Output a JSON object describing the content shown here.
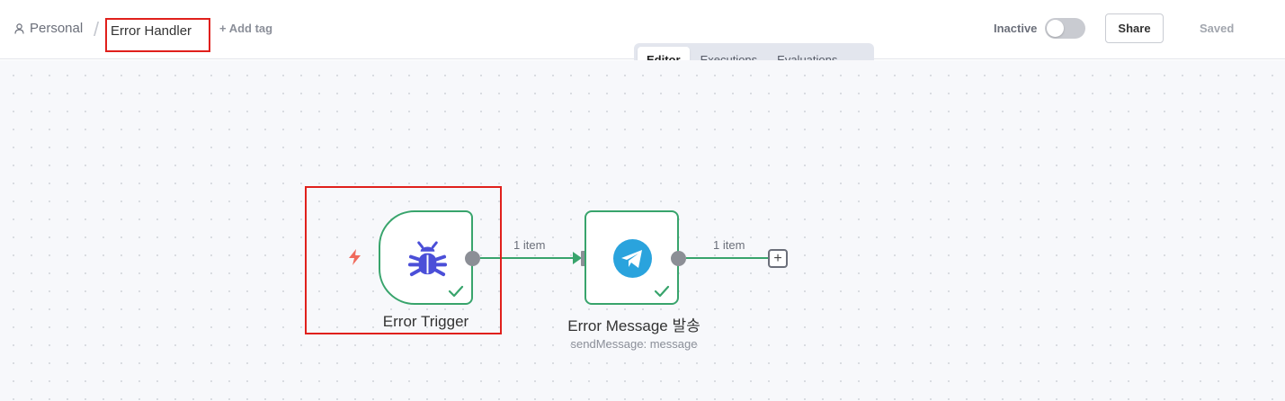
{
  "header": {
    "breadcrumb_project": "Personal",
    "breadcrumb_separator": "/",
    "workflow_name": "Error Handler",
    "add_tag": "+ Add tag",
    "status_label": "Inactive",
    "active": false,
    "share_label": "Share",
    "save_status": "Saved"
  },
  "tabs": [
    {
      "label": "Editor",
      "active": true
    },
    {
      "label": "Executions",
      "active": false
    },
    {
      "label": "Evaluations",
      "active": false
    }
  ],
  "nodes": [
    {
      "name": "Error Trigger",
      "subtitle": "",
      "icon": "bug-icon",
      "status": "success"
    },
    {
      "name": "Error Message 발송",
      "subtitle": "sendMessage: message",
      "icon": "telegram-icon",
      "status": "success"
    }
  ],
  "connections": [
    {
      "label": "1 item"
    },
    {
      "label": "1 item"
    }
  ],
  "add_node_label": "+",
  "colors": {
    "success": "#38a46c",
    "highlight": "#e0201c",
    "bug_icon": "#4b4fd8",
    "telegram": "#2aa3dd",
    "trigger_bolt": "#f06a5c"
  }
}
